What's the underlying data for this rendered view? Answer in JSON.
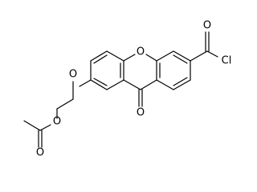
{
  "molecule": {
    "atoms": {
      "ring_oxygen": "O",
      "ketone_oxygen": "O",
      "ether_oxygen": "O",
      "ester_oxygen": "O",
      "acetyl_oxygen": "O",
      "acyl_oxygen": "O",
      "chlorine": "Cl"
    }
  },
  "colors": {
    "bond": "#000000",
    "atom_text": "#000000",
    "background": "#ffffff"
  }
}
